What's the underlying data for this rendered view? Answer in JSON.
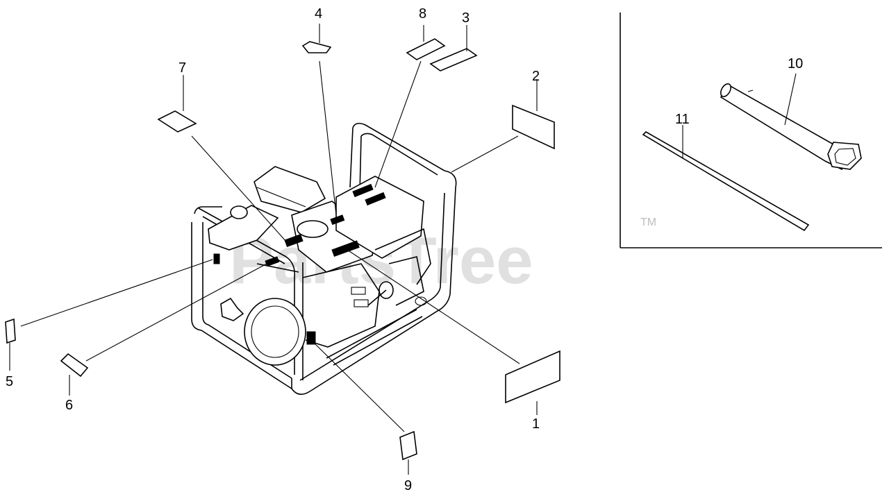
{
  "watermark": {
    "text": "PartsTree",
    "trademark": "TM"
  },
  "callouts": [
    {
      "id": "1",
      "label": "1"
    },
    {
      "id": "2",
      "label": "2"
    },
    {
      "id": "3",
      "label": "3"
    },
    {
      "id": "4",
      "label": "4"
    },
    {
      "id": "5",
      "label": "5"
    },
    {
      "id": "6",
      "label": "6"
    },
    {
      "id": "7",
      "label": "7"
    },
    {
      "id": "8",
      "label": "8"
    },
    {
      "id": "9",
      "label": "9"
    },
    {
      "id": "10",
      "label": "10"
    },
    {
      "id": "11",
      "label": "11"
    }
  ]
}
